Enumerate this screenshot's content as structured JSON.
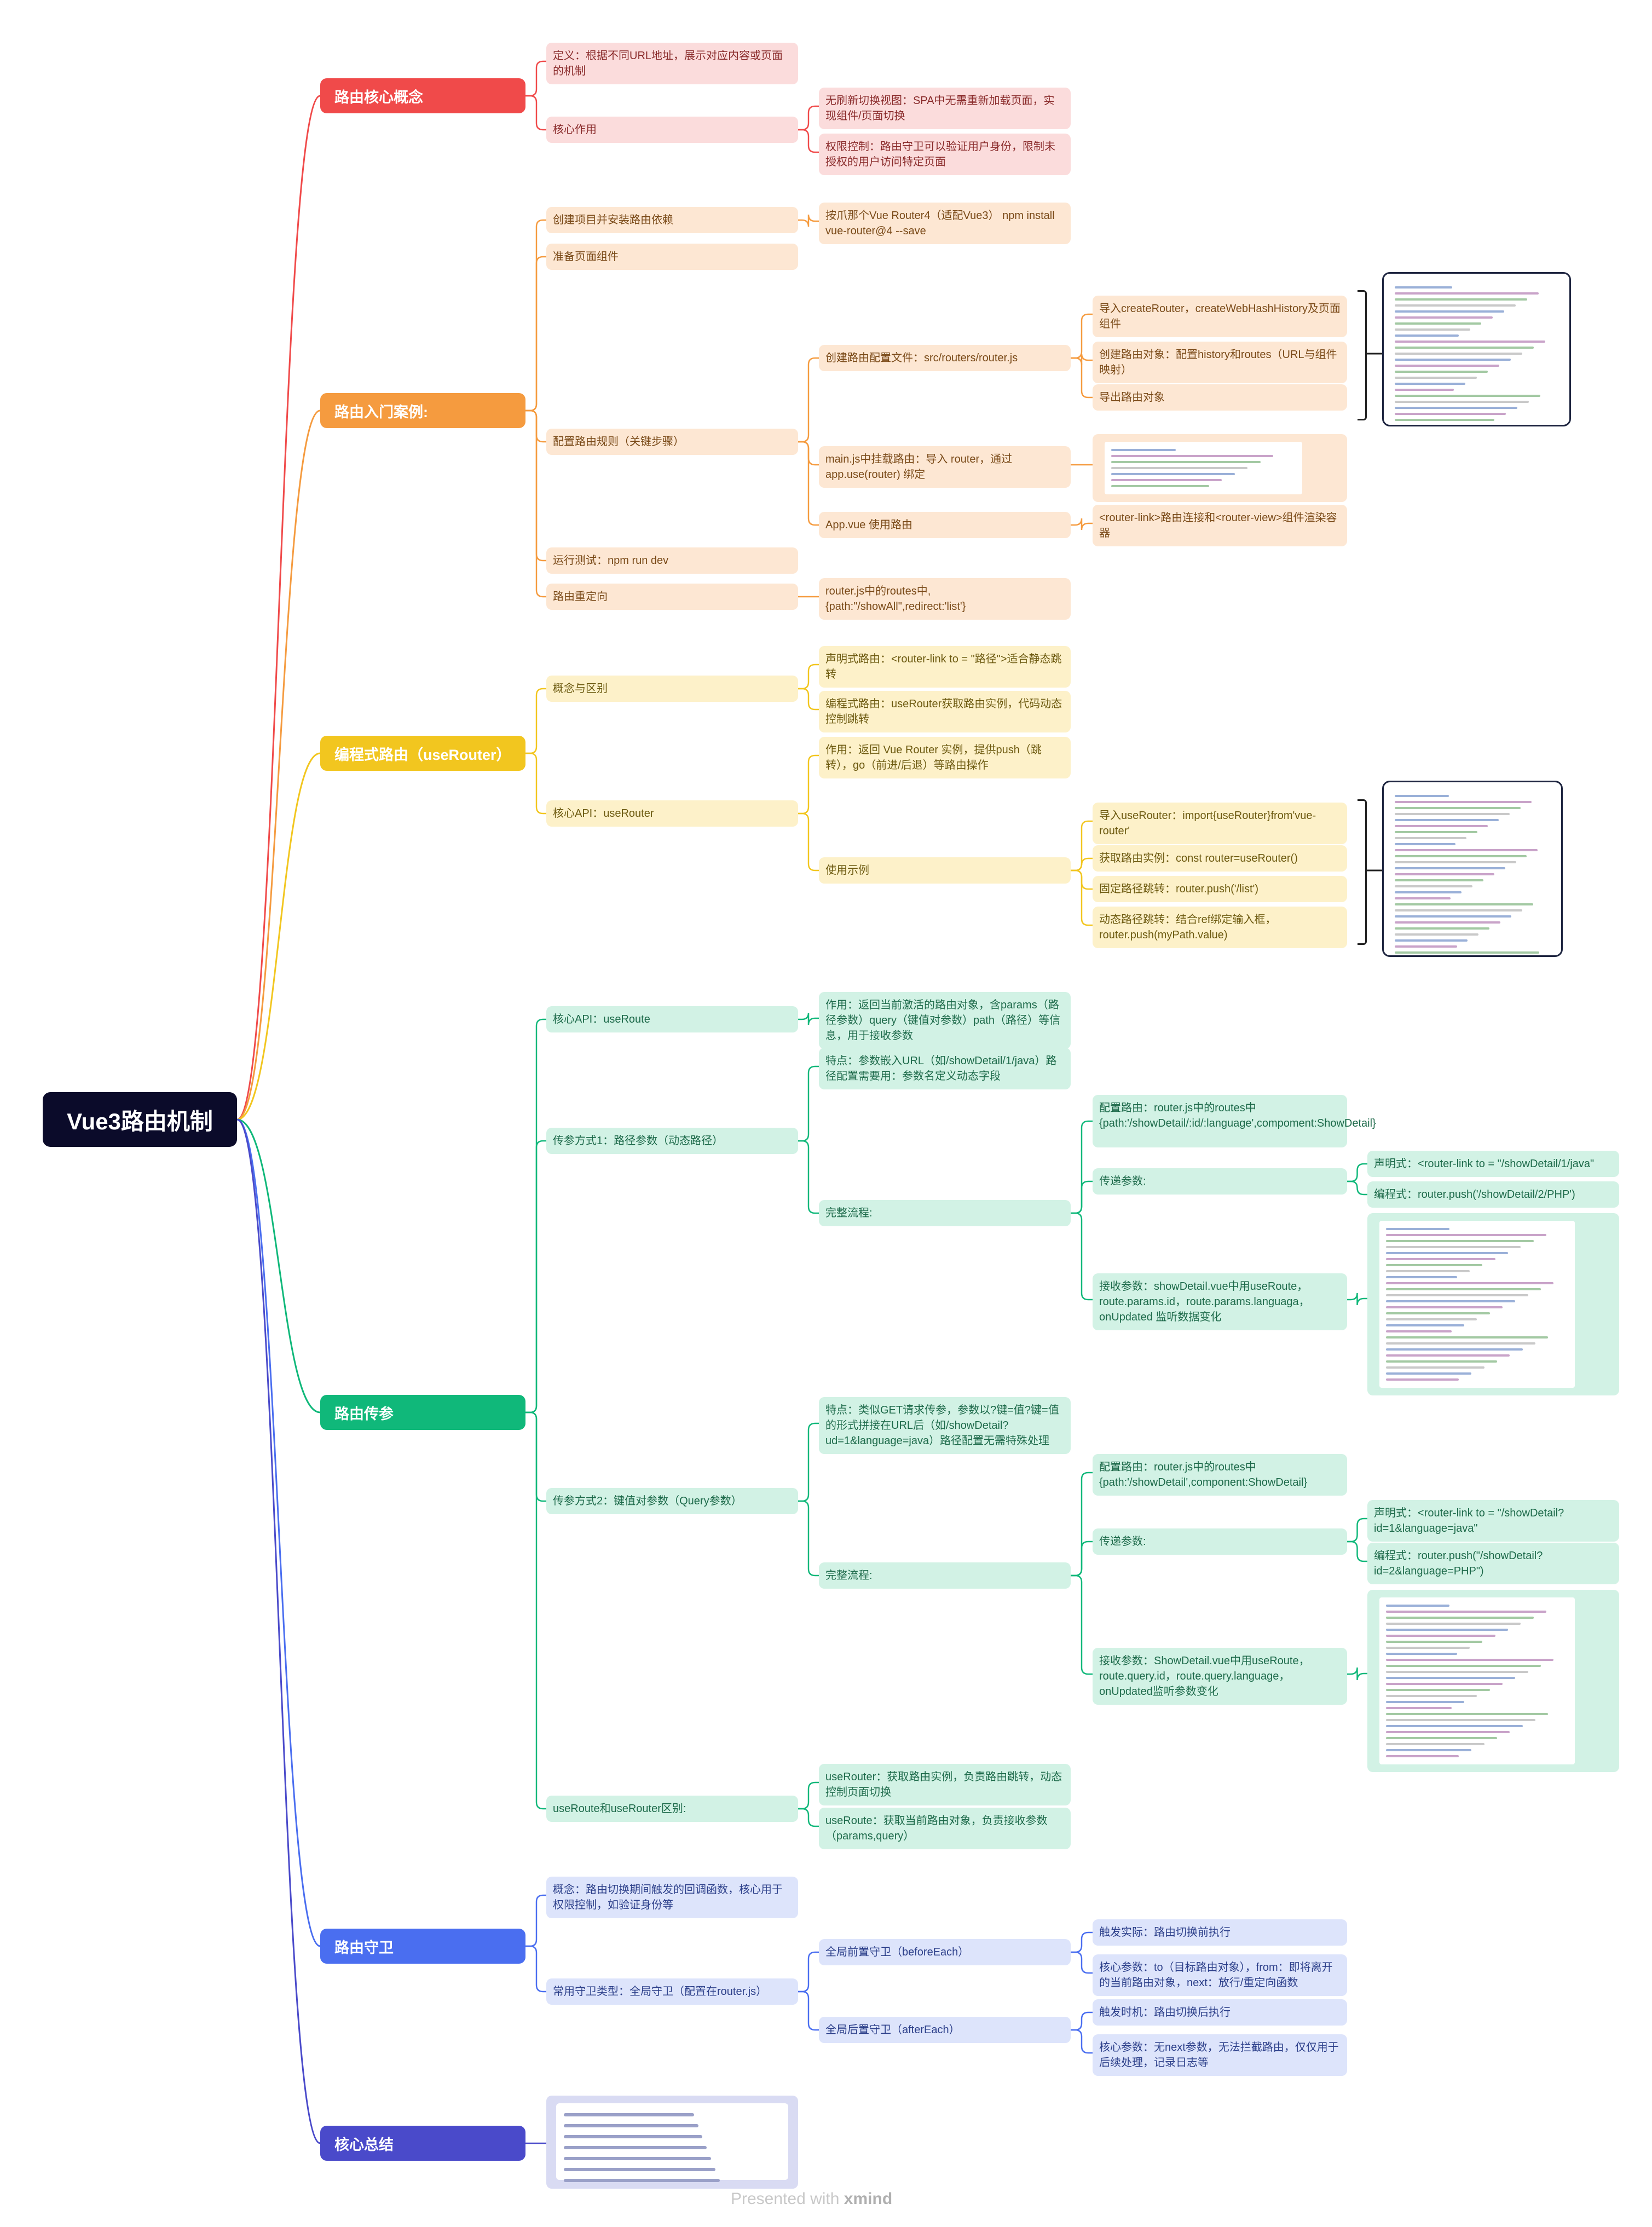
{
  "root": "Vue3路由机制",
  "branches": [
    {
      "id": "b1",
      "label": "路由核心概念",
      "color": "#f04a4a",
      "light": "#fbdcdc",
      "text": "#8a2b2b"
    },
    {
      "id": "b2",
      "label": "路由入门案例:",
      "color": "#f59b3f",
      "light": "#fde7d3",
      "text": "#7a4a18"
    },
    {
      "id": "b3",
      "label": "编程式路由（useRouter）",
      "color": "#f2c61f",
      "light": "#fdf1c9",
      "text": "#6d5a10"
    },
    {
      "id": "b4",
      "label": "路由传参",
      "color": "#10b87a",
      "light": "#d2f2e5",
      "text": "#1d6a4a"
    },
    {
      "id": "b5",
      "label": "路由守卫",
      "color": "#4a6ef0",
      "light": "#dde4fb",
      "text": "#2c3f8a"
    },
    {
      "id": "b6",
      "label": "核心总结",
      "color": "#4a4aca",
      "light": "#dcdcf4",
      "text": "#2c2c7a"
    }
  ],
  "nodes": {
    "c1_def": "定义：根据不同URL地址，展示对应内容或页面的机制",
    "c1_role": "核心作用",
    "c1_r1": "无刷新切换视图：SPA中无需重新加载页面，实现组件/页面切换",
    "c1_r2": "权限控制：路由守卫可以验证用户身份，限制未授权的用户访问特定页面",
    "c2_create": "创建项目并安装路由依赖",
    "c2_create_d": "按爪那个Vue Router4（适配Vue3） npm install vue-router@4 --save",
    "c2_pages": "准备页面组件",
    "c2_config": "配置路由规则（关键步骤）",
    "c2_routerjs": "创建路由配置文件：src/routers/router.js",
    "c2_import": "导入createRouter，createWebHashHistory及页面组件",
    "c2_createobj": "创建路由对象：配置history和routes（URL与组件映射）",
    "c2_export": "导出路由对象",
    "c2_mainjs": "main.js中挂载路由：导入 router，通过 app.use(router) 绑定",
    "c2_appvue": "App.vue 使用路由",
    "c2_appvue_d": "<router-link>路由连接和<router-view>组件渲染容器",
    "c2_run": "运行测试：npm run dev",
    "c2_redirect": "路由重定向",
    "c2_redirect_d": "router.js中的routes中,{path:\"/showAll\",redirect:'list'}",
    "c3_concept": "概念与区别",
    "c3_decl": "声明式路由：<router-link to = \"路径\">适合静态跳转",
    "c3_prog": "编程式路由：useRouter获取路由实例，代码动态控制跳转",
    "c3_api": "核心API：useRouter",
    "c3_api_d": "作用：返回 Vue Router 实例，提供push（跳转），go（前进/后退）等路由操作",
    "c3_example": "使用示例",
    "c3_e1": "导入useRouter：import{useRouter}from'vue-router'",
    "c3_e2": "获取路由实例：const router=useRouter()",
    "c3_e3": "固定路径跳转：router.push('/list')",
    "c3_e4": "动态路径跳转：结合ref绑定输入框，router.push(myPath.value)",
    "c4_api": "核心API：useRoute",
    "c4_api_d": "作用：返回当前激活的路由对象，含params（路径参数）query（键值对参数）path（路径）等信息，用于接收参数",
    "c4_m1": "传参方式1：路径参数（动态路径）",
    "c4_m1_feat": "特点：参数嵌入URL（如/showDetail/1/java）路径配置需要用：参数名定义动态字段",
    "c4_m1_flow": "完整流程:",
    "c4_m1_cfg": "配置路由：router.js中的routes中{path:'/showDetail/:id/:language',compoment:ShowDetail}",
    "c4_m1_pass": "传递参数:",
    "c4_m1_p1": "声明式：<router-link to = \"/showDetail/1/java\"",
    "c4_m1_p2": "编程式：router.push('/showDetail/2/PHP')",
    "c4_m1_recv": "接收参数：showDetail.vue中用useRoute，route.params.id，route.params.languaga，onUpdated 监听数据变化",
    "c4_m2": "传参方式2：键值对参数（Query参数）",
    "c4_m2_feat": "特点：类似GET请求传参，参数以?键=值?键=值的形式拼接在URL后（如/showDetail?ud=1&language=java）路径配置无需特殊处理",
    "c4_m2_flow": "完整流程:",
    "c4_m2_cfg": "配置路由：router.js中的routes中{path:'/showDetail',component:ShowDetail}",
    "c4_m2_pass": "传递参数:",
    "c4_m2_p1": "声明式：<router-link to = \"/showDetail?id=1&language=java\"",
    "c4_m2_p2": "编程式：router.push(\"/showDetail?id=2&language=PHP\")",
    "c4_m2_recv": "接收参数：ShowDetail.vue中用useRoute，route.query.id，route.query.language，onUpdated监听参数变化",
    "c4_diff": "useRoute和useRouter区别:",
    "c4_diff1": "useRouter：获取路由实例，负责路由跳转，动态控制页面切换",
    "c4_diff2": "useRoute：获取当前路由对象，负责接收参数（params,query）",
    "c5_concept": "概念：路由切换期间触发的回调函数，核心用于权限控制，如验证身份等",
    "c5_types": "常用守卫类型：全局守卫（配置在router.js）",
    "c5_before": "全局前置守卫（beforeEach）",
    "c5_before1": "触发实际：路由切换前执行",
    "c5_before2": "核心参数：to（目标路由对象），from：即将离开的当前路由对象，next：放行/重定向函数",
    "c5_after": "全局后置守卫（afterEach）",
    "c5_after1": "触发时机：路由切换后执行",
    "c5_after2": "核心参数：无next参数，无法拦截路由，仅仅用于后续处理，记录日志等"
  },
  "watermark": {
    "prefix": "Presented with",
    "brand": "xmind"
  }
}
